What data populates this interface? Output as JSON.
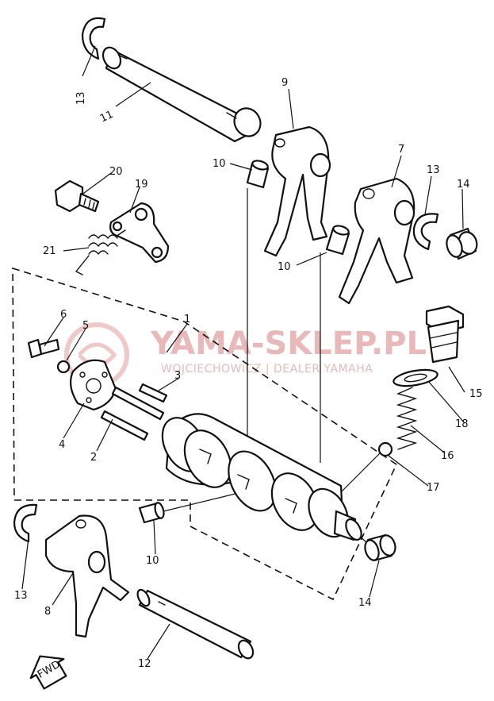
{
  "watermark": {
    "title": "YAMA-SKLEP.PL",
    "subtitle": "WOJCIECHOWICZ | DEALER YAMAHA"
  },
  "callouts": {
    "c1": "1",
    "c2": "2",
    "c3": "3",
    "c4": "4",
    "c5": "5",
    "c6": "6",
    "c7": "7",
    "c8": "8",
    "c9": "9",
    "c10a": "10",
    "c10b": "10",
    "c10c": "10",
    "c11": "11",
    "c12": "12",
    "c13a": "13",
    "c13b": "13",
    "c13c": "13",
    "c14a": "14",
    "c14b": "14",
    "c15": "15",
    "c16": "16",
    "c17": "17",
    "c18": "18",
    "c19": "19",
    "c20": "20",
    "c21": "21"
  },
  "fwd_label": "FWD"
}
